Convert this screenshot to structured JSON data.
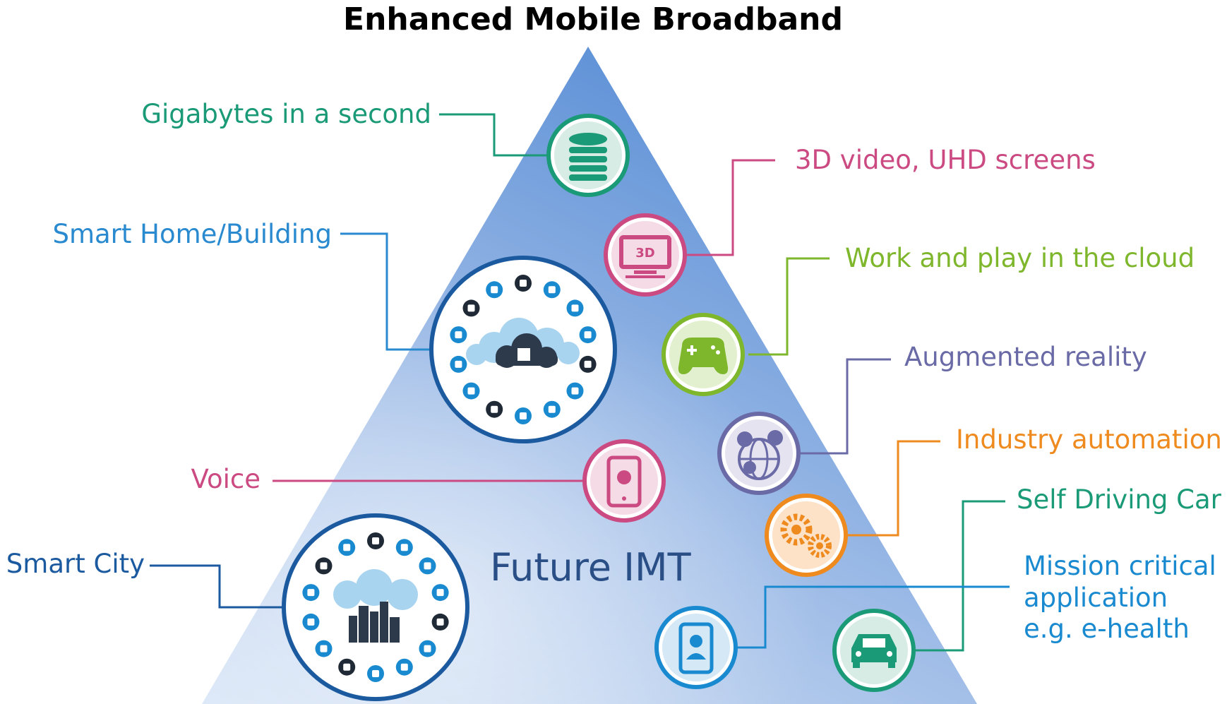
{
  "title": "Enhanced Mobile Broadband",
  "center_label": "Future IMT",
  "icon_3d_text": "3D",
  "labels": {
    "gigabytes": "Gigabytes in a second",
    "video": "3D video, UHD screens",
    "smart_home": "Smart Home/Building",
    "cloud": "Work and play in the cloud",
    "ar": "Augmented reality",
    "voice": "Voice",
    "industry": "Industry automation",
    "self_driving": "Self Driving Car",
    "smart_city": "Smart City",
    "mission_1": "Mission critical",
    "mission_2": "application",
    "mission_3": "e.g. e-health"
  },
  "colors": {
    "gigabytes": "#1a9a76",
    "video": "#cc4a82",
    "smart_home": "#2a8ad0",
    "cloud": "#7eb62c",
    "ar": "#6a6aa6",
    "voice": "#cc4a82",
    "industry": "#ee8a1e",
    "self_driving": "#1a9a76",
    "smart_city": "#1c5aa0",
    "mission": "#1a8ad0",
    "imt": "#2a4e86"
  },
  "icons": {
    "gigabytes": "database-icon",
    "video": "3d-monitor-icon",
    "smart_home": "smart-home-cloud-icon",
    "cloud": "gamepad-icon",
    "ar": "globe-pins-icon",
    "voice": "smartphone-icon",
    "industry": "gears-icon",
    "self_driving": "car-icon",
    "smart_city": "smart-city-cloud-icon",
    "mission": "doctor-phone-icon"
  }
}
